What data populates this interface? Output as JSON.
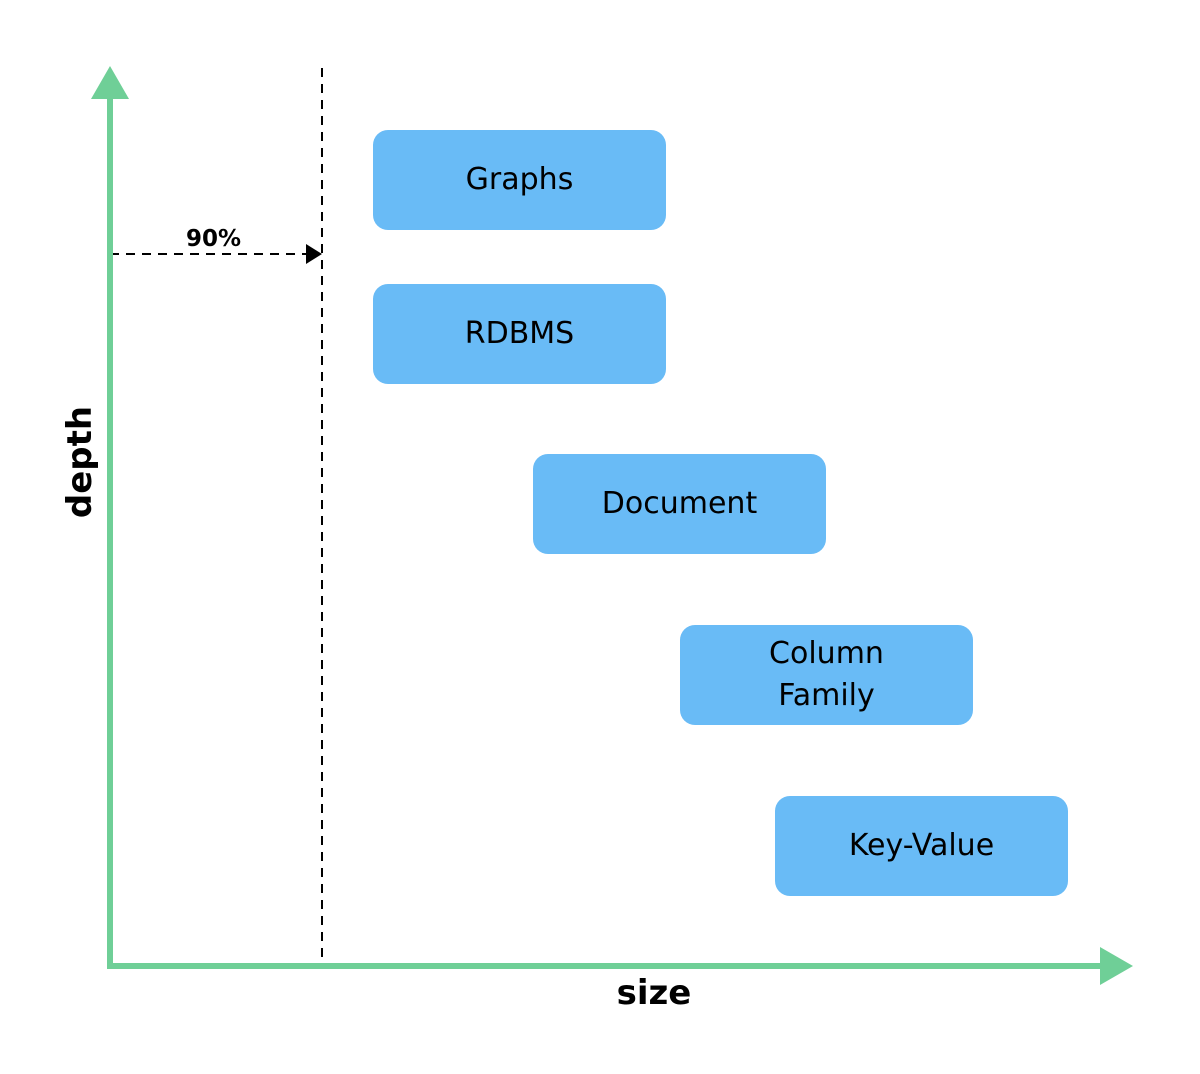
{
  "colors": {
    "axis": "#6fcf97",
    "box_fill": "#69bbf6",
    "dashed_line": "#000000",
    "text": "#000000"
  },
  "axes": {
    "x_label": "size",
    "y_label": "depth"
  },
  "threshold": {
    "label": "90%"
  },
  "boxes": [
    {
      "label": "Graphs"
    },
    {
      "label": "RDBMS"
    },
    {
      "label": "Document"
    },
    {
      "label": "Column\nFamily"
    },
    {
      "label": "Key-Value"
    }
  ]
}
